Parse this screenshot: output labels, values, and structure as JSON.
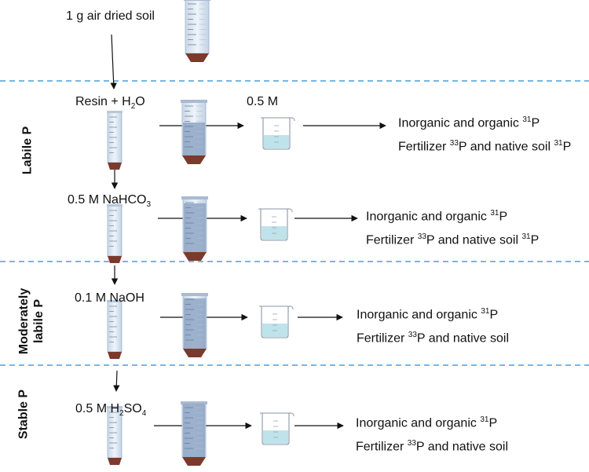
{
  "start": {
    "label": "1 g air dried soil"
  },
  "sections": [
    {
      "lines": [
        "Labile P"
      ]
    },
    {
      "lines": [
        "Moderately",
        "labile P"
      ]
    },
    {
      "lines": [
        "Stable P"
      ]
    }
  ],
  "steps": [
    {
      "reagent_pre": "Resin + H",
      "reagent_sub": "2",
      "reagent_post": "O",
      "beaker_label": "0.5 M",
      "result1_pre": "Inorganic and organic ",
      "result1_sup": "31",
      "result1_post": "P",
      "result2_pre": "Fertilizer ",
      "result2_sup": "33",
      "result2_mid": "P and native soil ",
      "result2_sup2": "31",
      "result2_post": "P"
    },
    {
      "reagent_pre": "0.5 M NaHCO",
      "reagent_sub": "3",
      "reagent_post": "",
      "beaker_label": "",
      "result1_pre": "Inorganic and organic ",
      "result1_sup": "31",
      "result1_post": "P",
      "result2_pre": "Fertilizer ",
      "result2_sup": "33",
      "result2_mid": "P and native soil ",
      "result2_sup2": "31",
      "result2_post": "P"
    },
    {
      "reagent_pre": "0.1 M NaOH",
      "reagent_sub": "",
      "reagent_post": "",
      "beaker_label": "",
      "result1_pre": "Inorganic and organic ",
      "result1_sup": "31",
      "result1_post": "P",
      "result2_pre": "Fertilizer ",
      "result2_sup": "33",
      "result2_mid": "P  and  native  soil",
      "result2_sup2": "",
      "result2_post": ""
    },
    {
      "reagent_pre": "0.5 M H",
      "reagent_sub": "2",
      "reagent_post": "SO4",
      "beaker_label": "",
      "result1_pre": "Inorganic and organic ",
      "result1_sup": "31",
      "result1_post": "P",
      "result2_pre": "Fertilizer ",
      "result2_sup": "33",
      "result2_mid": "P  and  native  soil",
      "result2_sup2": "",
      "result2_post": ""
    }
  ],
  "colors": {
    "divider": "#4a9fd8",
    "soil": "#7a3a2c",
    "tube_glass": "#dfe9f3",
    "tube_liquid": "#8ea6c4",
    "beaker_liquid": "#bfe3ea"
  }
}
